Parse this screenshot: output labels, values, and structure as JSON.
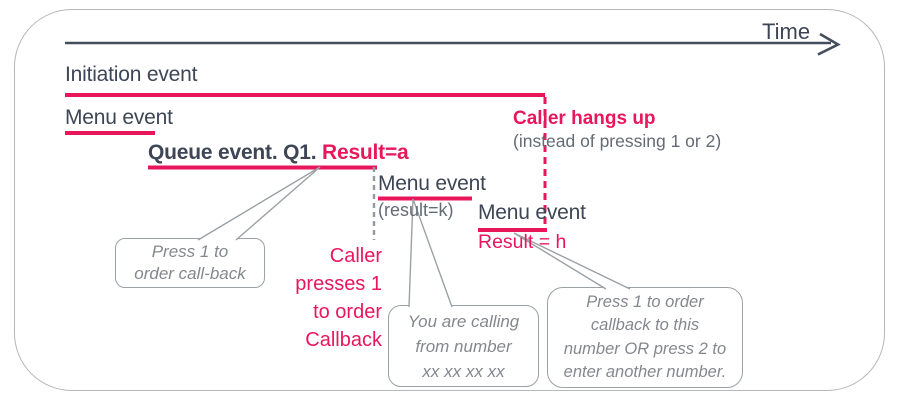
{
  "colors": {
    "accent_pink": "#e8175c",
    "navy_text": "#3e4656",
    "gray_text": "#84888d",
    "frame_border": "#b5b8bb"
  },
  "header": {
    "time_label": "Time"
  },
  "events": {
    "initiation": "Initiation event",
    "menu_first": "Menu event",
    "queue_main": "Queue event. Q1.",
    "queue_result": "Result=a",
    "menu_second": "Menu event",
    "menu_second_sub": "(result=k)",
    "menu_third": "Menu event",
    "menu_third_result": "Result = h"
  },
  "annotations": {
    "caller_hangs_up": "Caller hangs up",
    "caller_hangs_up_sub": "(instead of pressing 1 or 2)",
    "caller_presses": "Caller\npresses 1\nto order\nCallback"
  },
  "callouts": {
    "order_callback": "Press 1 to\norder call-back",
    "calling_number": "You are calling\nfrom number\nxx xx xx xx",
    "press_1_or_2": "Press 1 to order\ncallback to this\nnumber OR press 2 to\nenter another number."
  }
}
